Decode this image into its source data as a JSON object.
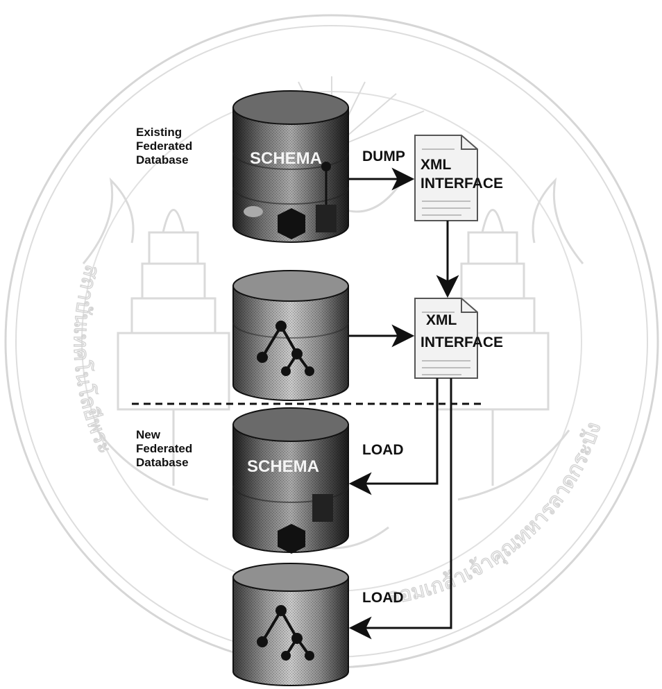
{
  "labels": {
    "existing_db": [
      "Existing",
      "Federated",
      "Database"
    ],
    "new_db": [
      "New",
      "Federated",
      "Database"
    ],
    "dump": "DUMP",
    "load_1": "LOAD",
    "load_2": "LOAD",
    "xml_1": [
      "XML",
      "INTERFACE"
    ],
    "xml_2": [
      "XML",
      "INTERFACE"
    ],
    "schema_1": "SCHEMA",
    "schema_2": "SCHEMA"
  },
  "watermark": {
    "seal_text_left": "สถาบันเทคโนโลยีพระ",
    "seal_text_right": "จอมเกล้าเจ้าคุณทหารลาดกระบัง"
  },
  "colors": {
    "ink": "#111111",
    "cylinder_dark": "#2a2a2a",
    "cylinder_mid": "#8a8a8a",
    "watermark": "#cfcfcf",
    "paper": "#ffffff"
  }
}
